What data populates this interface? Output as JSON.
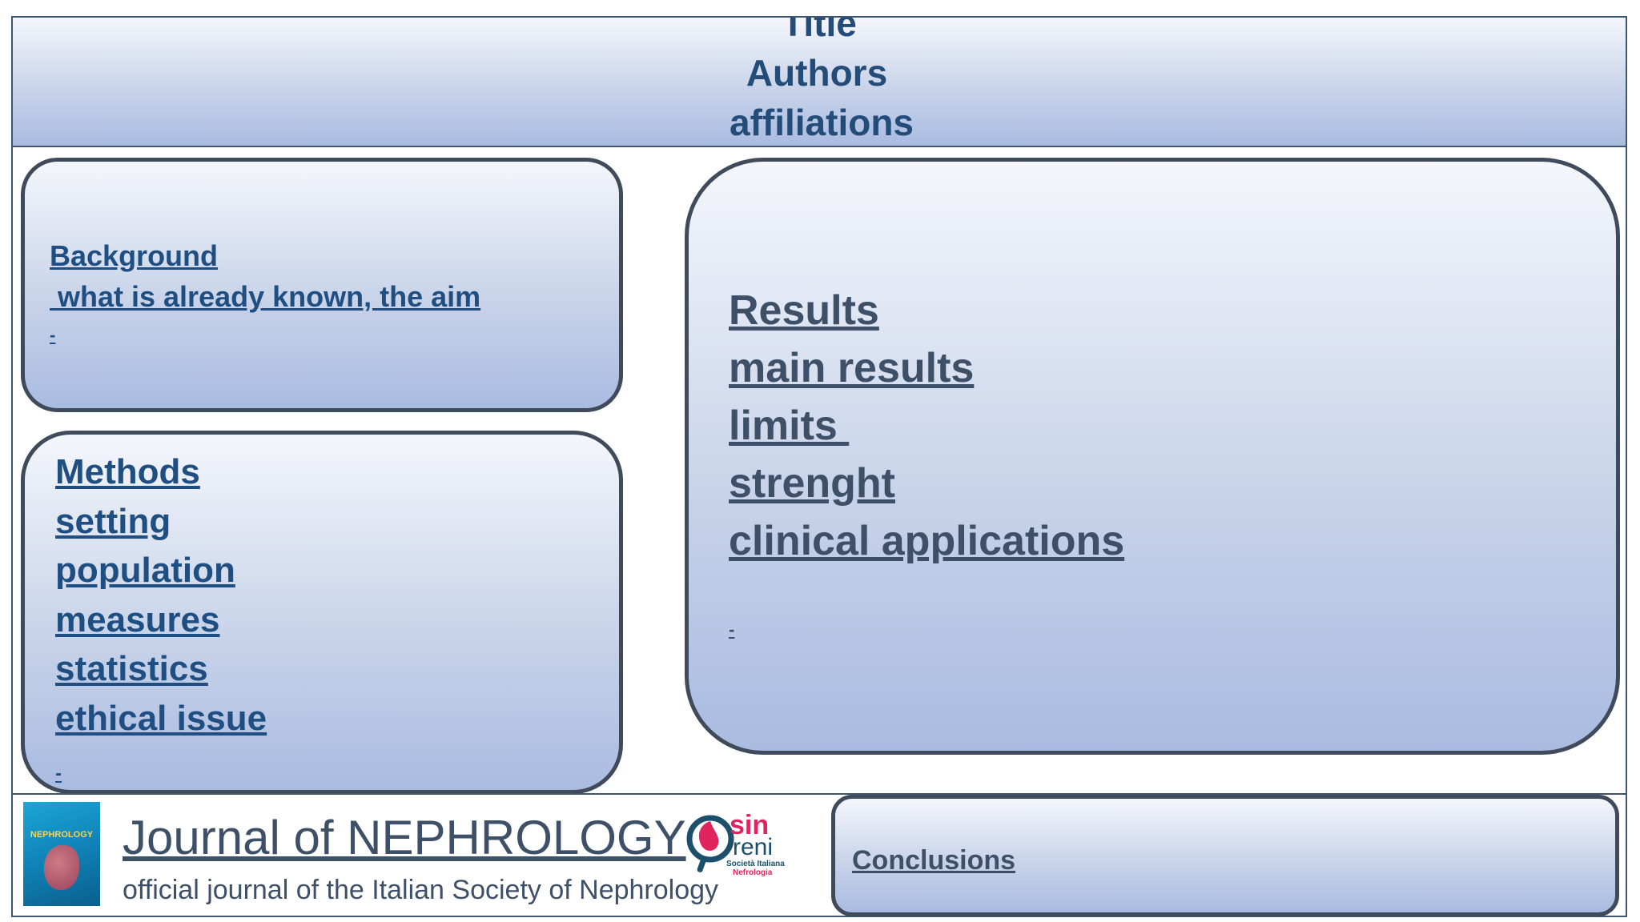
{
  "header": {
    "title": "Title",
    "authors": "Authors",
    "affiliations": "affiliations"
  },
  "background": {
    "line1": "Background",
    "line2": " what is already known, the aim",
    "dash": "-"
  },
  "methods": {
    "items": [
      "Methods",
      "setting",
      "population",
      "measures",
      "statistics",
      "ethical issue"
    ],
    "dash": "-"
  },
  "results": {
    "items": [
      "Results",
      "main results",
      "limits ",
      "strenght",
      "clinical applications"
    ],
    "dash": "-"
  },
  "conclusions": {
    "label": "Conclusions"
  },
  "footer": {
    "journal_name": "Journal of NEPHROLOGY",
    "journal_subtitle": "official journal of the Italian Society of Nephrology",
    "cover_title": "NEPHROLOGY",
    "logo": {
      "sin": "sin",
      "reni": "reni",
      "society": "Società Italiana",
      "nefrologia": "Nefrologia"
    }
  },
  "colors": {
    "heading_blue": "#1f4f82",
    "slate_text": "#3e5068",
    "border": "#3f4a5a",
    "logo_red": "#e0245e",
    "logo_teal": "#1b4f6b"
  }
}
